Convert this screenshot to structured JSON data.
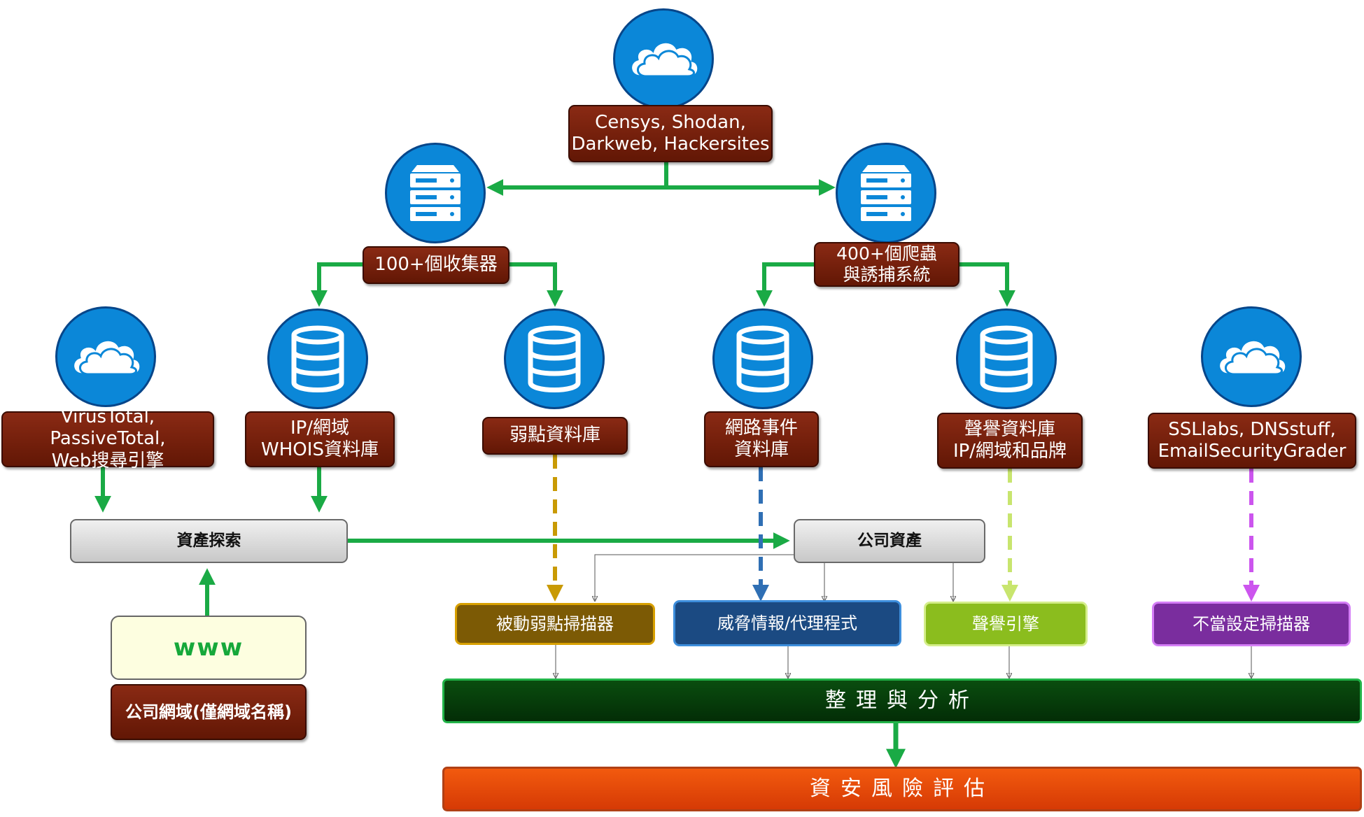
{
  "nodes": {
    "top_source": "Censys, Shodan,\nDarkweb, Hackersites",
    "collectors": "100+個收集器",
    "crawlers": "400+個爬蟲\n與誘捕系統",
    "virustotal": "VirusTotal, PassiveTotal,\nWeb搜尋引擎",
    "whois_db": "IP/網域\nWHOIS資料庫",
    "vuln_db": "弱點資料庫",
    "incident_db": "網路事件\n資料庫",
    "reputation_db": "聲譽資料庫\nIP/網域和品牌",
    "ssllabs": "SSLlabs, DNSstuff,\nEmailSecurityGrader",
    "asset_discovery": "資產探索",
    "company_assets": "公司資產",
    "www": "www",
    "company_domain": "公司網域(僅網域名稱)",
    "passive_scanner": "被動弱點掃描器",
    "threat_intel": "威脅情報/代理程式",
    "reputation_engine": "聲譽引擎",
    "misconfig_scanner": "不當設定掃描器",
    "analysis": "整理與分析",
    "risk_assessment": "資安風險評估"
  },
  "icons": {
    "cloud": "cloud-icon",
    "server": "server-icon",
    "database": "database-icon"
  },
  "colors": {
    "flow_green": "#1aaa45",
    "node_brown": "#6e1c08",
    "icon_blue": "#0b87d8",
    "vuln_line": "#c99a04",
    "threat_line": "#2f6fb4",
    "reputation_line": "#c8e56e",
    "misconfig_line": "#cc55ee",
    "analysis_green": "#063d0b",
    "risk_orange": "#e8480a"
  }
}
